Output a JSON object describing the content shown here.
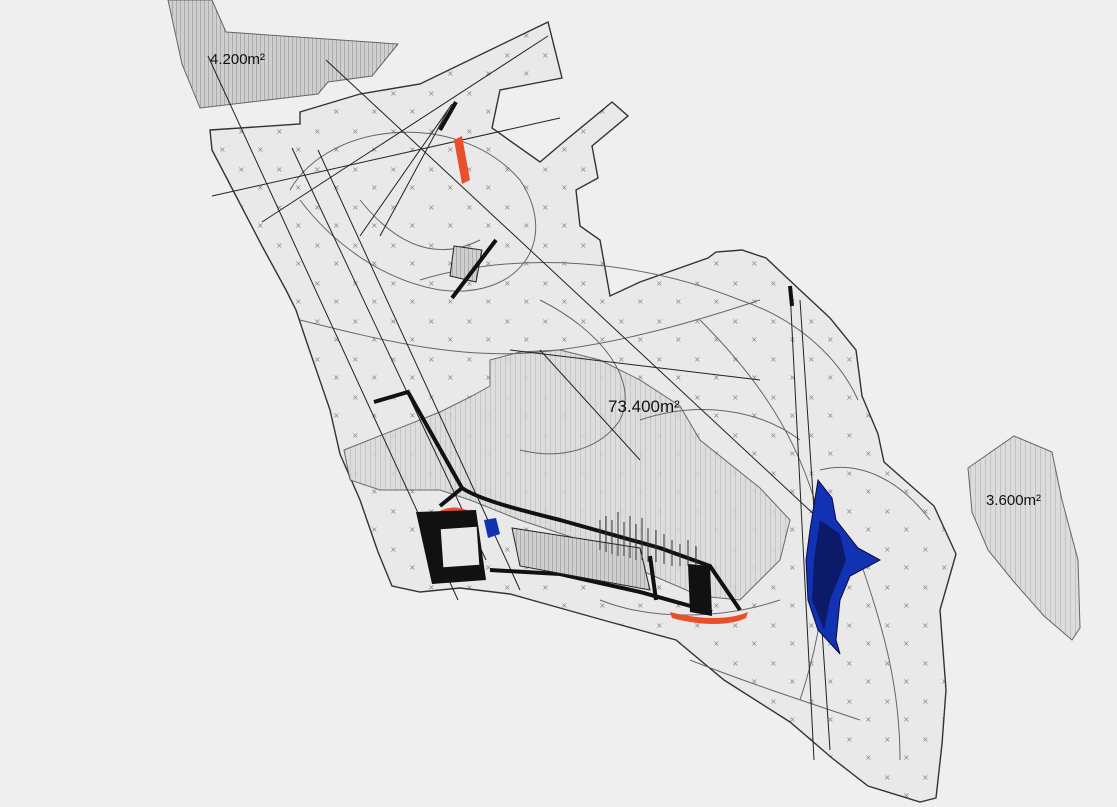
{
  "labels": {
    "area_small_top": "4.200m²",
    "area_main": "73.400m²",
    "area_small_right": "3.600m²"
  },
  "colors": {
    "background": "#eeefee",
    "site_fill": "#e6e7e6",
    "hatch": "#8a8a8a",
    "line": "#222222",
    "accent_red": "#e8502a",
    "accent_blue": "#1232b4",
    "dark_block": "#111111"
  }
}
